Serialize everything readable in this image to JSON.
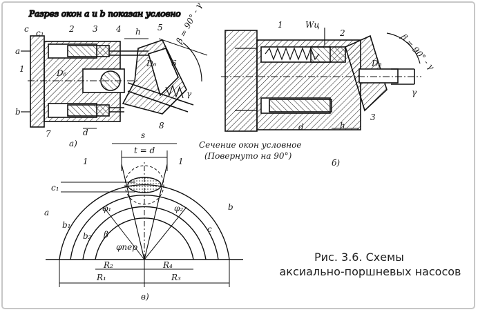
{
  "notes": {
    "window_cut": "Разрез окон a и b показан условно",
    "section": "Сечение окон условное",
    "rotated": "(Повернуто на 90°)"
  },
  "fig_a": {
    "sub": "а)",
    "angle": "β = 90° - γ",
    "labels": [
      "c",
      "c₁",
      "2",
      "3",
      "4",
      "h",
      "5",
      "a",
      "1",
      "D₆",
      "D₆",
      "6",
      "γ",
      "b",
      "7",
      "d",
      "8"
    ]
  },
  "fig_b": {
    "sub": "б)",
    "angle": "β = 90° - γ",
    "labels": [
      "1",
      "Wц",
      "2",
      "D₆",
      "γ",
      "3",
      "h",
      "d"
    ]
  },
  "fig_c": {
    "sub": "в)",
    "top": [
      "s",
      "t = d",
      "1",
      "1",
      "c₁"
    ],
    "left": [
      "a",
      "b₁",
      "b₂",
      "φ₁",
      "β",
      "φпер"
    ],
    "right": [
      "φ₂",
      "b",
      "c"
    ],
    "dims": [
      "R₂",
      "R₁",
      "R₄",
      "R₃"
    ]
  },
  "caption": {
    "line1": "Рис. 3.6. Схемы",
    "line2": "аксиально-поршневых насосов"
  }
}
